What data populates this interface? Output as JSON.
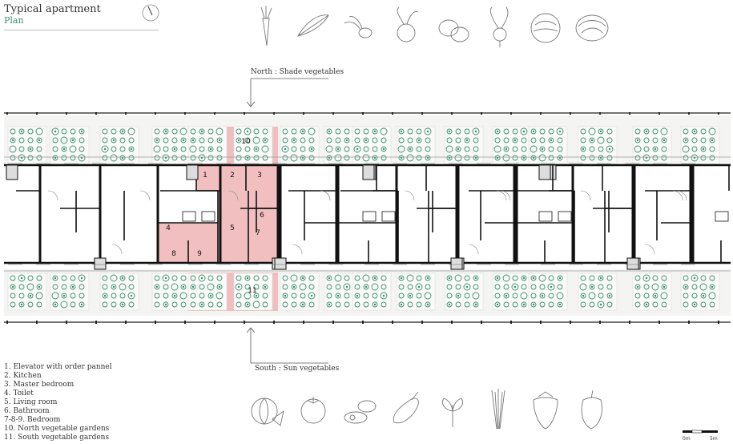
{
  "header": {
    "title": "Typical apartment",
    "subtitle": "Plan"
  },
  "north_callout": "North : Shade vegetables",
  "south_callout": "South : Sun vegetables",
  "room_numbers": [
    "1",
    "2",
    "3",
    "4",
    "5",
    "6",
    "7",
    "8",
    "9",
    "10",
    "11"
  ],
  "legend": [
    "1.  Elevator with order pannel",
    "2.  Kitchen",
    "3.  Master bedroom",
    "4.  Toilet",
    "5.  Living room",
    "6.  Bathroom",
    "7-8-9.  Bedroom",
    "10.  North vegetable gardens",
    "11.  South vegetable gardens"
  ],
  "scale": {
    "start": "0m",
    "end": "5m"
  },
  "north_vegetables": [
    "carrot-icon",
    "chard-icon",
    "radish-icon",
    "beetroot-icon",
    "potato-icon",
    "turnip-icon",
    "cabbage-icon",
    "lettuce-icon"
  ],
  "south_vegetables": [
    "melon-icon",
    "tomato-icon",
    "zucchini-icon",
    "eggplant-icon",
    "basil-icon",
    "chive-icon",
    "strawberry-icon",
    "pepper-icon"
  ],
  "colors": {
    "highlight": "#f0b8b8",
    "garden_green": "#3a8f6e",
    "wall": "#111111",
    "garden_bg": "#f4f4f2"
  }
}
